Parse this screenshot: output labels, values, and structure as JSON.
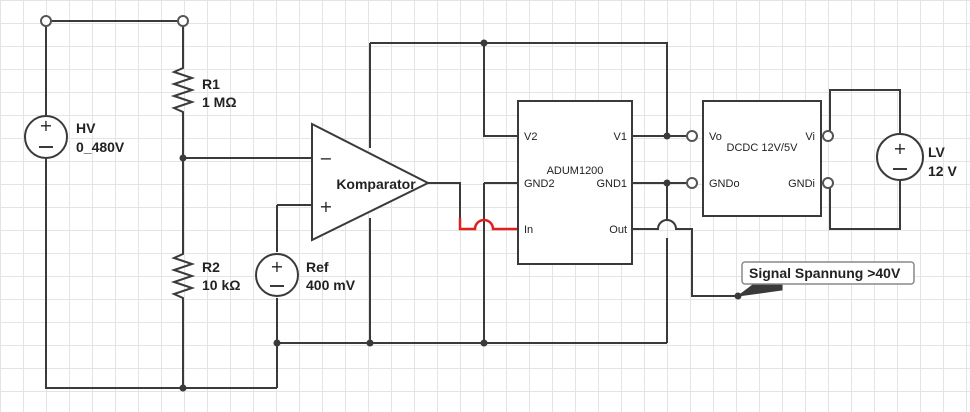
{
  "components": {
    "hv_source": {
      "name": "HV",
      "value": "0_480V"
    },
    "r1": {
      "name": "R1",
      "value": "1 MΩ"
    },
    "r2": {
      "name": "R2",
      "value": "10 kΩ"
    },
    "ref_source": {
      "name": "Ref",
      "value": "400 mV"
    },
    "comparator": {
      "name": "Komparator",
      "minus": "−",
      "plus": "+"
    },
    "isolator": {
      "name": "ADUM1200",
      "pins": {
        "v2": "V2",
        "gnd2": "GND2",
        "in": "In",
        "v1": "V1",
        "gnd1": "GND1",
        "out": "Out"
      }
    },
    "dcdc": {
      "name": "DCDC 12V/5V",
      "pins": {
        "vo": "Vo",
        "gndo": "GNDo",
        "vi": "Vi",
        "gndi": "GNDi"
      }
    },
    "lv_source": {
      "name": "LV",
      "value": "12 V"
    }
  },
  "annotation": {
    "signal": "Signal Spannung >40V"
  },
  "colors": {
    "wire": "#3a3a3a",
    "highlight": "#e02020",
    "grid": "#e4e4e4"
  }
}
